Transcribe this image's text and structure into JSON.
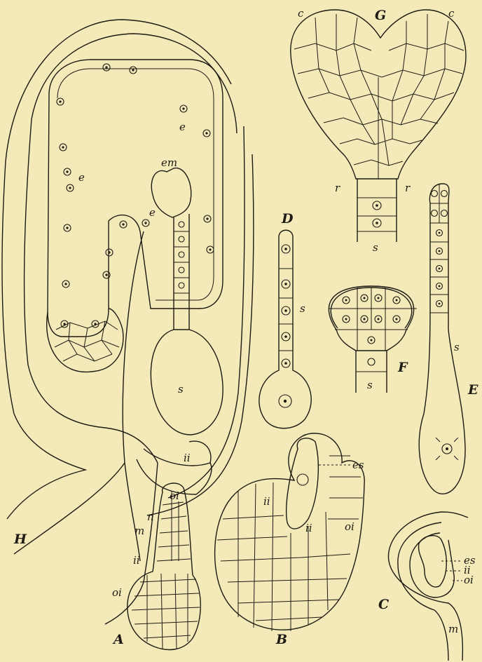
{
  "background": "#f4eab9",
  "ink": "#1c1a12",
  "figures": {
    "A": {
      "label": "A",
      "parts": {
        "n": "n",
        "ii": "ii",
        "oi": "oi"
      }
    },
    "B": {
      "label": "B",
      "parts": {
        "es": "es",
        "ii_left": "ii",
        "ii_right": "ii",
        "oi": "oi"
      }
    },
    "C": {
      "label": "C",
      "parts": {
        "es": "es",
        "ii": "ii",
        "oi": "oi",
        "m": "m"
      }
    },
    "D": {
      "label": "D",
      "parts": {
        "s": "s"
      }
    },
    "E": {
      "label": "E",
      "parts": {
        "s": "s"
      }
    },
    "F": {
      "label": "F",
      "parts": {
        "s": "s"
      }
    },
    "G": {
      "label": "G",
      "parts": {
        "c_left": "c",
        "c_right": "c",
        "r_left": "r",
        "r_right": "r",
        "s": "s"
      }
    },
    "H": {
      "label": "H",
      "parts": {
        "e1": "e",
        "e2": "e",
        "e3": "e",
        "em": "em",
        "s": "s",
        "ii": "ii",
        "oi": "oi",
        "m": "m"
      }
    }
  }
}
